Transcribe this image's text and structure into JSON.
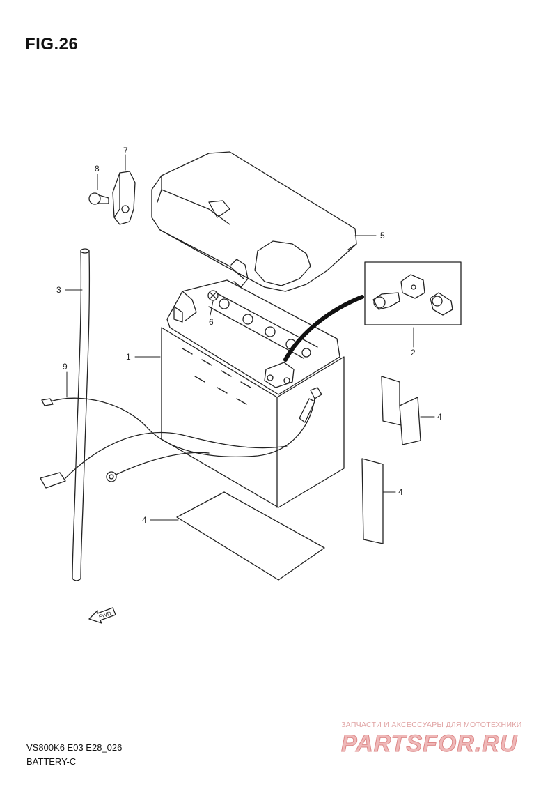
{
  "figure": {
    "title": "FIG.26"
  },
  "callouts": {
    "c1": "1",
    "c2": "2",
    "c3": "3",
    "c4a": "4",
    "c4b": "4",
    "c4c": "4",
    "c5": "5",
    "c6": "6",
    "c7": "7",
    "c8": "8",
    "c9": "9"
  },
  "direction": {
    "label": "FWD"
  },
  "footer": {
    "code": "VS800K6 E03 E28_026",
    "name": "BATTERY-C"
  },
  "watermark": {
    "caption": "ЗАПЧАСТИ И АКСЕССУАРЫ ДЛЯ МОТОТЕХНИКИ",
    "logo": "PARTSFOR.RU"
  },
  "colors": {
    "line": "#222222",
    "watermark": "#e0a3a3"
  }
}
